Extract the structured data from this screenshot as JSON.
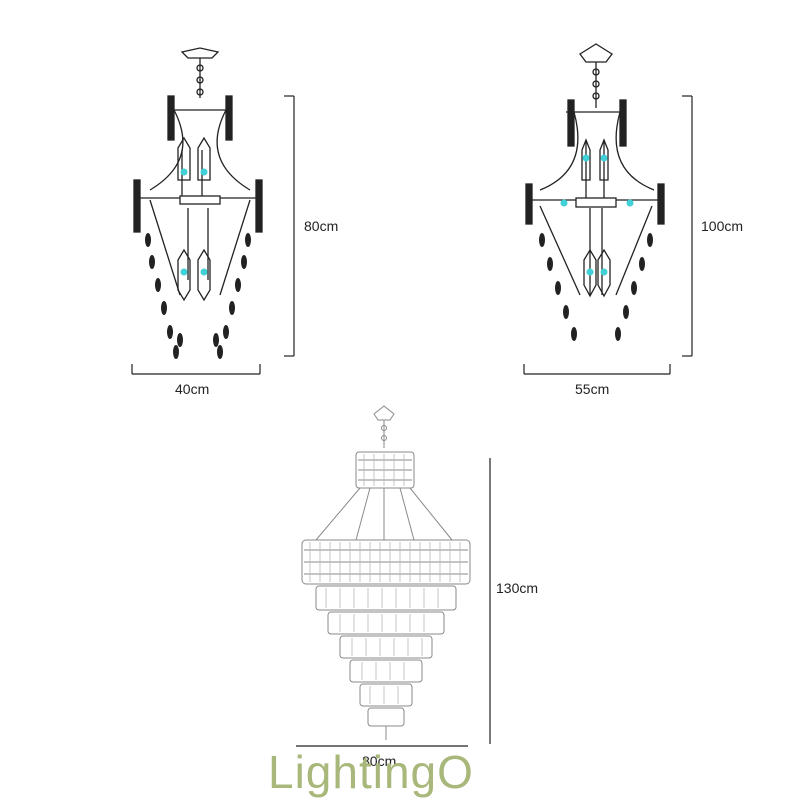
{
  "figures": [
    {
      "name": "small-chandelier",
      "width_label": "40cm",
      "height_label": "80cm"
    },
    {
      "name": "medium-chandelier",
      "width_label": "55cm",
      "height_label": "100cm"
    },
    {
      "name": "large-crystal-chandelier",
      "width_label": "80cm",
      "height_label": "130cm"
    }
  ],
  "brand": {
    "text": "LightingO",
    "color": "#a8b87a"
  },
  "colors": {
    "line": "#222222",
    "bulb": "#3fd0d8",
    "crystal": "#9a9a9a"
  }
}
